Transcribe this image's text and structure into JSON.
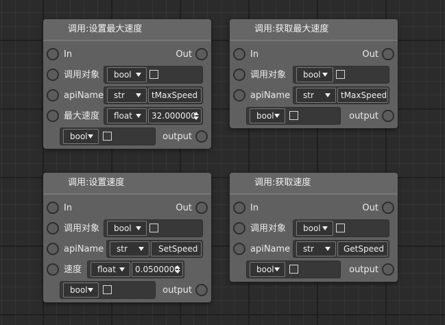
{
  "nodes": [
    {
      "title": "调用:设置最大速度",
      "in": "In",
      "out": "Out",
      "target_label": "调用对象",
      "target_type": "bool",
      "api_label": "apiName",
      "api_type": "str",
      "api_value": "tMaxSpeed",
      "param_label": "最大速度",
      "param_type": "float",
      "param_value": "32.000000",
      "return_type": "bool",
      "output": "output"
    },
    {
      "title": "调用:获取最大速度",
      "in": "In",
      "out": "Out",
      "target_label": "调用对象",
      "target_type": "bool",
      "api_label": "apiName",
      "api_type": "str",
      "api_value": "tMaxSpeed",
      "return_type": "bool",
      "output": "output"
    },
    {
      "title": "调用:设置速度",
      "in": "In",
      "out": "Out",
      "target_label": "调用对象",
      "target_type": "bool",
      "api_label": "apiName",
      "api_type": "str",
      "api_value": "SetSpeed",
      "param_label": "速度",
      "param_type": "float",
      "param_value": "0.0500000",
      "return_type": "bool",
      "output": "output"
    },
    {
      "title": "调用:获取速度",
      "in": "In",
      "out": "Out",
      "target_label": "调用对象",
      "target_type": "bool",
      "api_label": "apiName",
      "api_type": "str",
      "api_value": "GetSpeed",
      "return_type": "bool",
      "output": "output"
    }
  ]
}
